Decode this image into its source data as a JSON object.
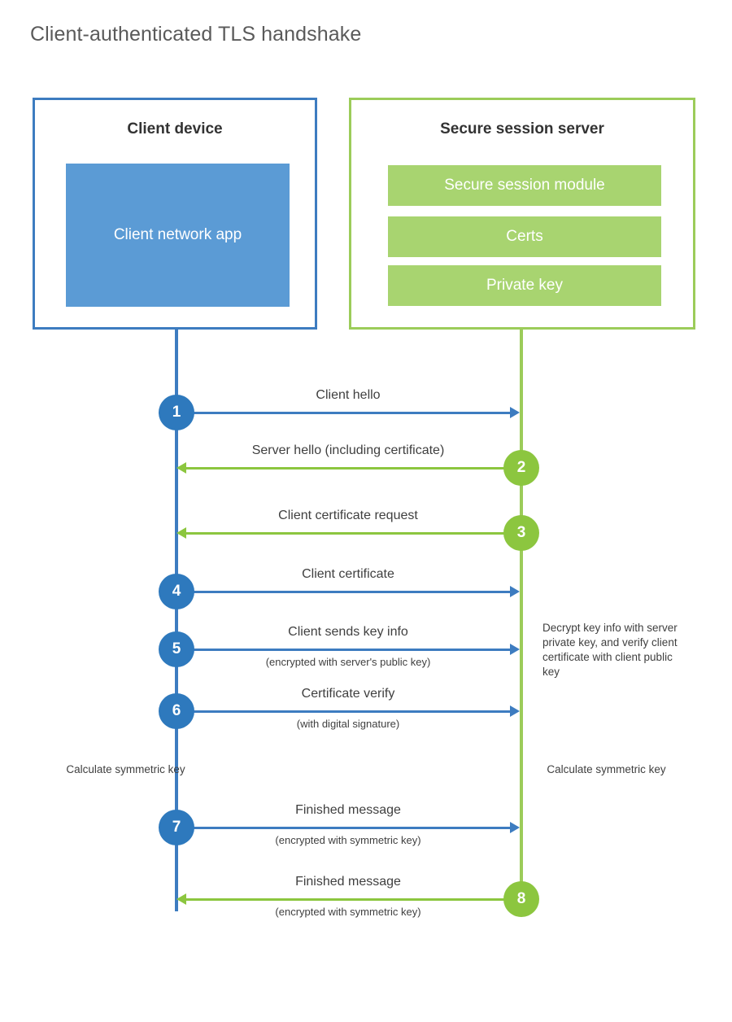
{
  "title": "Client-authenticated TLS handshake",
  "colors": {
    "client_blue": "#3d7cc0",
    "client_app_fill": "#5b9bd5",
    "step_blue": "#2e79bd",
    "server_green": "#9ccc5a",
    "server_bar_fill": "#a8d470",
    "arrow_green": "#8cc63f",
    "text": "#3f3f3f",
    "title_text": "#5a5a5a"
  },
  "client": {
    "title": "Client device",
    "app_label": "Client network app"
  },
  "server": {
    "title": "Secure session server",
    "components": [
      "Secure session module",
      "Certs",
      "Private key"
    ]
  },
  "messages": [
    {
      "step": "1",
      "label": "Client hello",
      "sub": "",
      "direction": "client-to-server",
      "color": "blue"
    },
    {
      "step": "2",
      "label": "Server hello (including certificate)",
      "sub": "",
      "direction": "server-to-client",
      "color": "green"
    },
    {
      "step": "3",
      "label": "Client certificate request",
      "sub": "",
      "direction": "server-to-client",
      "color": "green"
    },
    {
      "step": "4",
      "label": "Client certificate",
      "sub": "",
      "direction": "client-to-server",
      "color": "blue"
    },
    {
      "step": "5",
      "label": "Client sends key info",
      "sub": "(encrypted with server's public key)",
      "direction": "client-to-server",
      "color": "blue"
    },
    {
      "step": "6",
      "label": "Certificate verify",
      "sub": "(with digital signature)",
      "direction": "client-to-server",
      "color": "blue"
    },
    {
      "step": "7",
      "label": "Finished message",
      "sub": "(encrypted with symmetric key)",
      "direction": "client-to-server",
      "color": "blue"
    },
    {
      "step": "8",
      "label": "Finished message",
      "sub": "(encrypted with symmetric key)",
      "direction": "server-to-client",
      "color": "green"
    }
  ],
  "notes": {
    "decrypt": "Decrypt key info with server private key, and verify client certificate with client public key",
    "calculate_client": "Calculate symmetric key",
    "calculate_server": "Calculate symmetric key"
  }
}
